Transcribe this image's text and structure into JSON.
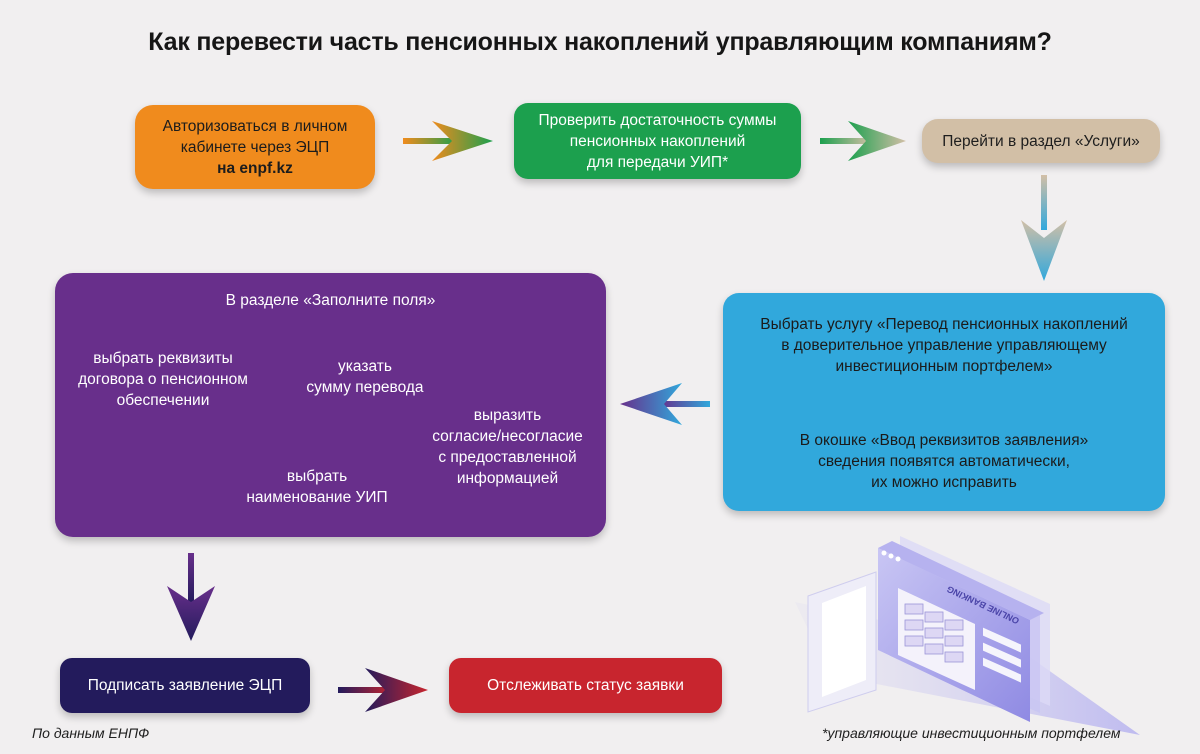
{
  "title": "Как перевести часть пенсионных накоплений управляющим компаниям?",
  "steps": {
    "login": {
      "line1": "Авторизоваться в личном",
      "line2": "кабинете через ЭЦП",
      "line3": "на enpf.kz"
    },
    "check": {
      "line1": "Проверить достаточность суммы",
      "line2": "пенсионных накоплений",
      "line3": "для передачи УИП*"
    },
    "services": {
      "label": "Перейти в раздел «Услуги»"
    },
    "choose_service": {
      "line1": "Выбрать услугу «Перевод пенсионных накоплений",
      "line2": "в доверительное управление управляющему",
      "line3": "инвестиционным портфелем»",
      "sub1": "В окошке «Ввод реквизитов заявления»",
      "sub2": "сведения появятся автоматически,",
      "sub3": "их можно исправить"
    },
    "fill_fields": {
      "header": "В разделе «Заполните поля»",
      "requisites": {
        "line1": "выбрать реквизиты",
        "line2": "договора о пенсионном",
        "line3": "обеспечении"
      },
      "amount": {
        "line1": "указать",
        "line2": "сумму перевода"
      },
      "consent": {
        "line1": "выразить",
        "line2": "согласие/несогласие",
        "line3": "с предоставленной",
        "line4": "информацией"
      },
      "name": {
        "line1": "выбрать",
        "line2": "наименование УИП"
      }
    },
    "sign": {
      "label": "Подписать заявление ЭЦП"
    },
    "track": {
      "label": "Отслеживать статус заявки"
    }
  },
  "illustration": {
    "screen_text": "ONLINE BANKING"
  },
  "source": "По данным ЕНПФ",
  "footnote": "*управляющие инвестиционным портфелем",
  "colors": {
    "orange": "#f08b1d",
    "green": "#1ca04e",
    "beige": "#d2bfa6",
    "blue": "#31a8dc",
    "purple": "#682f8b",
    "navy": "#231b5c",
    "red": "#c8252e"
  }
}
